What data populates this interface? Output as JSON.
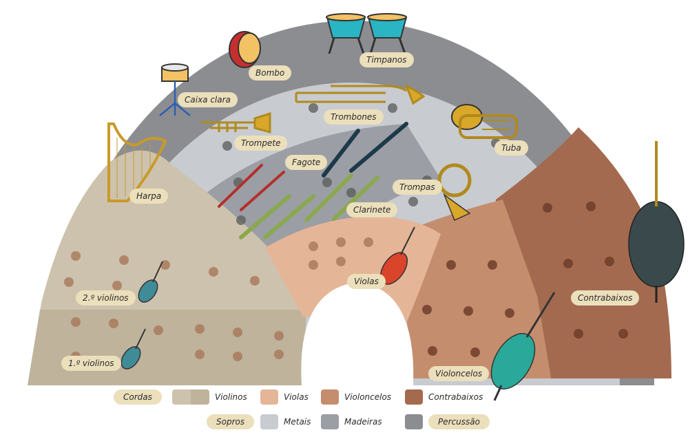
{
  "colors": {
    "percussao": "#8c8d91",
    "metais": "#c8cbd0",
    "madeiras": "#9b9ea4",
    "violinos_light": "#cdc2ad",
    "violinos_dark": "#bfb39c",
    "violas": "#e5b597",
    "violoncelos": "#c48e6e",
    "contrabaixos": "#a36a4f"
  },
  "labels": {
    "timpanos": "Timpanos",
    "bombo": "Bombo",
    "caixa_clara": "Caixa clara",
    "trombones": "Trombones",
    "trompete": "Trompete",
    "tuba": "Tuba",
    "fagote": "Fagote",
    "trompas": "Trompas",
    "clarinete": "Clarinete",
    "harpa": "Harpa",
    "violas": "Violas",
    "segundos_violinos": "2.º violinos",
    "primeiros_violinos": "1.º violinos",
    "contrabaixos": "Contrabaixos",
    "violoncelos": "Violoncelos"
  },
  "legend": {
    "cordas": "Cordas",
    "violinos": "Violinos",
    "violas": "Violas",
    "violoncelos": "Violoncelos",
    "contrabaixos": "Contrabaixos",
    "sopros": "Sopros",
    "metais": "Metais",
    "madeiras": "Madeiras",
    "percussao": "Percussão"
  },
  "icons": [
    "timpani-icon",
    "bass-drum-icon",
    "snare-drum-icon",
    "trombone-icon",
    "trumpet-icon",
    "tuba-icon",
    "bassoon-icon",
    "horn-icon",
    "clarinet-icon",
    "oboe-icon",
    "harp-icon",
    "violin-icon",
    "viola-icon",
    "cello-icon",
    "double-bass-icon"
  ]
}
